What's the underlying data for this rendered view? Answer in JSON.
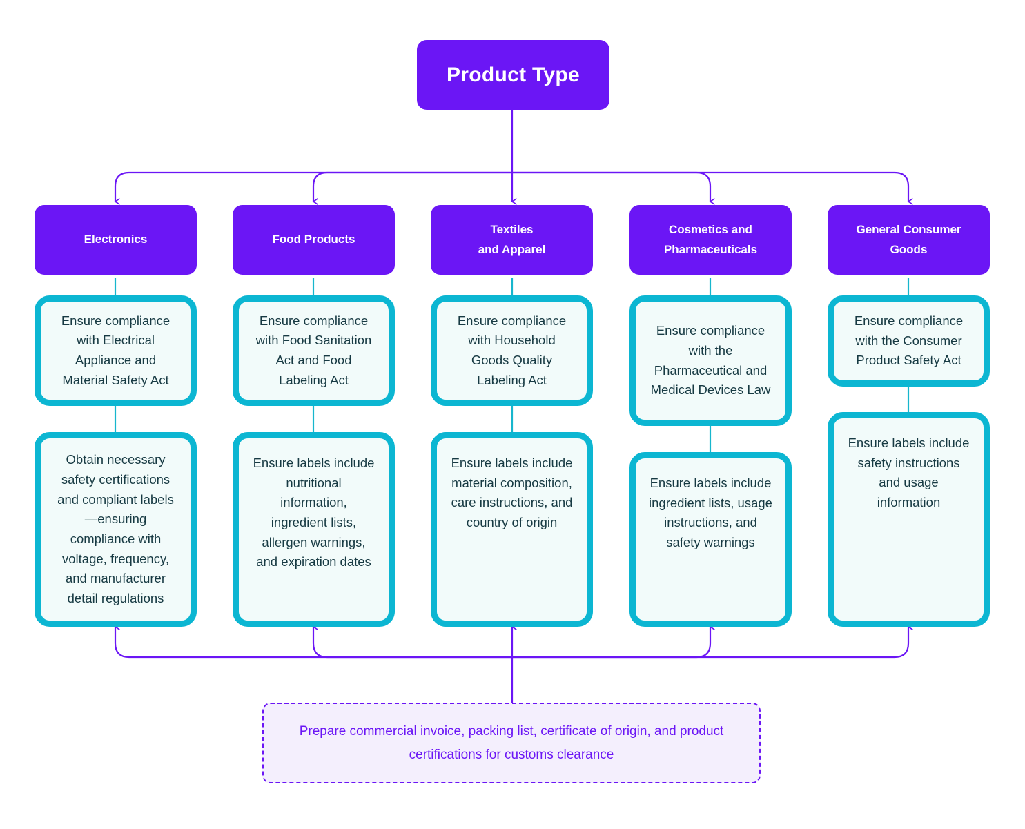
{
  "diagram": {
    "title": "Product Type",
    "colors": {
      "purple": "#6B16F5",
      "teal": "#0CB6D2",
      "teal_fill": "#F2FBFA",
      "teal_text": "#173A43",
      "note_fill": "#F4EFFD",
      "background": "#FFFFFF"
    },
    "columns": [
      {
        "category": "Electronics",
        "category_line1": "Electronics",
        "category_line2": "",
        "step1": "Ensure compliance with Electrical Appliance and Material Safety Act",
        "step2": "Obtain necessary safety certifications and compliant labels—ensuring compliance with voltage, frequency, and manufacturer detail regulations"
      },
      {
        "category": "Food Products",
        "category_line1": "Food Products",
        "category_line2": "",
        "step1": "Ensure compliance with Food Sanitation Act and Food Labeling Act",
        "step2": "Ensure labels include nutritional information, ingredient lists, allergen warnings, and expiration dates"
      },
      {
        "category": "Textiles and Apparel",
        "category_line1": "Textiles",
        "category_line2": "and Apparel",
        "step1": "Ensure compliance with Household Goods Quality Labeling Act",
        "step2": "Ensure labels include material composition, care instructions, and country of origin"
      },
      {
        "category": "Cosmetics and Pharmaceuticals",
        "category_line1": "Cosmetics and",
        "category_line2": "Pharmaceuticals",
        "step1": "Ensure compliance with the Pharmaceutical and Medical Devices Law",
        "step2": "Ensure labels include ingredient lists, usage instructions, and safety warnings"
      },
      {
        "category": "General Consumer Goods",
        "category_line1": "General Consumer",
        "category_line2": "Goods",
        "step1": "Ensure compliance with the Consumer Product Safety Act",
        "step2": "Ensure labels include safety instructions and usage information"
      }
    ],
    "footer_note": "Prepare commercial invoice, packing list, certificate of origin, and product certifications for customs clearance"
  }
}
